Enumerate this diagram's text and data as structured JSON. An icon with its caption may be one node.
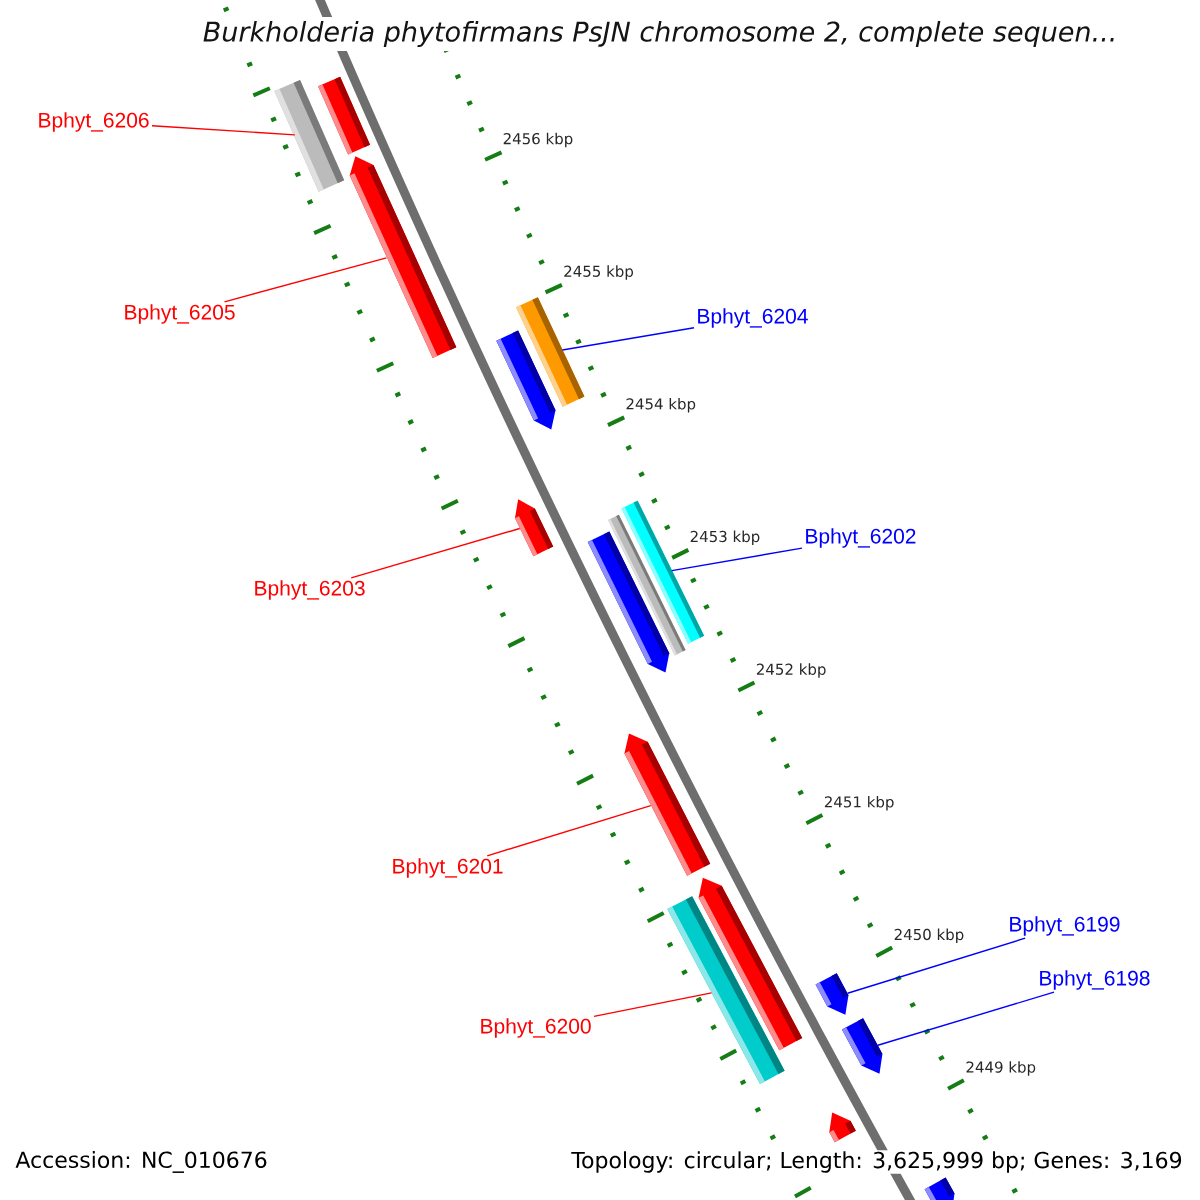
{
  "diagram": {
    "title": "Burkholderia phytofirmans PsJN chromosome 2, complete sequen...",
    "nodes": [
      {
        "text": [],
        "shape": "bar"
      },
      {
        "text": [],
        "shape": "bar"
      },
      {
        "text": [
          "Bphyt_6206"
        ]
      },
      {
        "text": [
          "Bphyt_6205"
        ]
      },
      {
        "text": [],
        "shape": "arrow"
      },
      {
        "text": [
          "Bphyt_6204"
        ]
      },
      {
        "text": [],
        "shape": "arrow"
      },
      {
        "text": [],
        "shape": "bar"
      },
      {
        "text": [
          "Bphyt_6203"
        ]
      },
      {
        "text": [],
        "shape": "arrow"
      },
      {
        "text": [
          "Bphyt_6202"
        ]
      },
      {
        "text": [],
        "shape": "bar"
      },
      {
        "text": [],
        "shape": "bar"
      },
      {
        "text": [],
        "shape": "arrow"
      },
      {
        "text": [],
        "shape": "arrow"
      },
      {
        "text": [
          "Bphyt_6201"
        ]
      },
      {
        "text": [],
        "shape": "bar"
      },
      {
        "text": [],
        "shape": "arrow"
      },
      {
        "text": [
          "Bphyt_6199"
        ]
      },
      {
        "text": [
          "Bphyt_6200"
        ]
      },
      {
        "text": [],
        "shape": "arrow"
      },
      {
        "text": [
          "Bphyt_6198"
        ]
      },
      {
        "text": [],
        "shape": "arrow"
      },
      {
        "text": [],
        "shape": "arrow"
      },
      {
        "text": [],
        "shape": "arrow"
      }
    ],
    "edges": [
      {
        "from": 2,
        "to": 1,
        "arrow": "none"
      },
      {
        "from": 3,
        "to": 4,
        "arrow": "none"
      },
      {
        "from": 5,
        "to": 7,
        "arrow": "none",
        "color": "#0000ff"
      },
      {
        "from": 8,
        "to": 9,
        "arrow": "none"
      },
      {
        "from": 10,
        "to": 11,
        "arrow": "none",
        "color": "#0000ff"
      },
      {
        "from": 15,
        "to": 14,
        "arrow": "none"
      },
      {
        "from": 19,
        "to": 16,
        "arrow": "none"
      },
      {
        "from": 18,
        "to": 20,
        "arrow": "none",
        "color": "#0000ff"
      },
      {
        "from": 21,
        "to": 22,
        "arrow": "none",
        "color": "#0000ff"
      }
    ],
    "labels": [
      "2456 kbp",
      "2455 kbp",
      "2454 kbp",
      "2453 kbp",
      "2452 kbp",
      "2451 kbp",
      "2450 kbp",
      "2449 kbp",
      "Accession: NC_010676",
      "Topology: circular; Length: 3,625,999 bp; Genes: 3,169"
    ]
  }
}
